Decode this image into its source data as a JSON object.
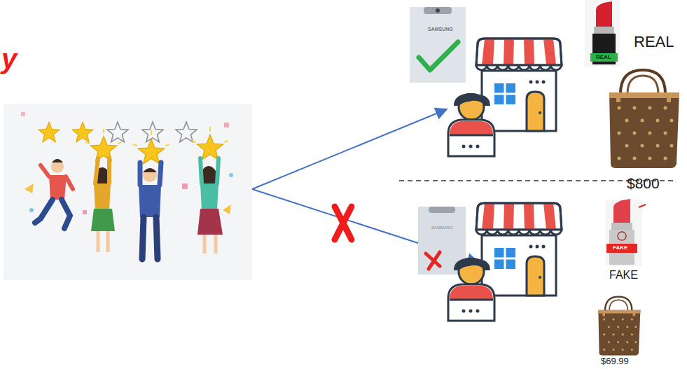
{
  "diagram": {
    "labels": [
      "y",
      "SAMSUNG",
      "REAL",
      "REAL",
      "$800",
      "SAMSUNG",
      "FAKE",
      "FAKE",
      "$69.99"
    ]
  }
}
